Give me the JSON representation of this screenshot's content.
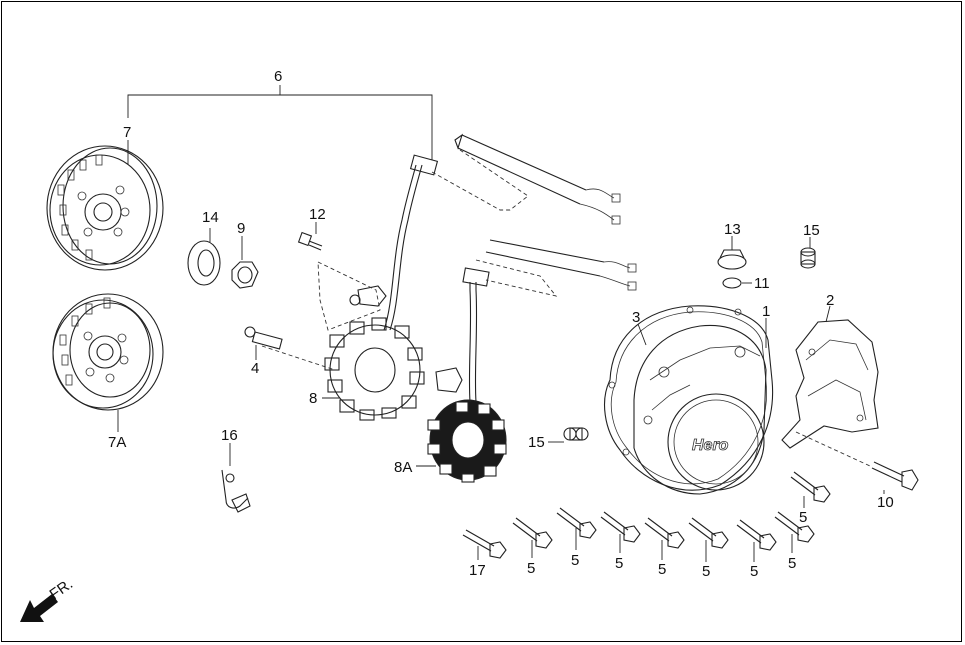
{
  "direction": {
    "text": "FR.",
    "icon": "direction-arrow-icon"
  },
  "brand_mark": "Hero",
  "labels": {
    "l6": "6",
    "l7": "7",
    "l7A": "7A",
    "l14": "14",
    "l9": "9",
    "l12": "12",
    "l4": "4",
    "l8": "8",
    "l8A": "8A",
    "l16": "16",
    "l15a": "15",
    "l15b": "15",
    "l13": "13",
    "l11": "11",
    "l3": "3",
    "l1": "1",
    "l2": "2",
    "l10": "10",
    "l17": "17",
    "l5a": "5",
    "l5b": "5",
    "l5c": "5",
    "l5d": "5",
    "l5e": "5",
    "l5f": "5",
    "l5g": "5"
  },
  "parts": {
    "flywheel": "flywheel-icon",
    "flywheel_alt": "flywheel-alt-icon",
    "washer": "washer-icon",
    "nut": "nut-icon",
    "bolt": "bolt-icon",
    "stator": "stator-icon",
    "stator_alt": "stator-alt-icon",
    "clamp": "wire-clamp-icon",
    "plug": "filler-plug-icon",
    "o_ring": "o-ring-icon",
    "dowel": "dowel-pin-icon",
    "gasket": "gasket-icon",
    "crankcase_cover": "crankcase-cover-icon",
    "sprocket_cover": "sprocket-cover-icon"
  }
}
